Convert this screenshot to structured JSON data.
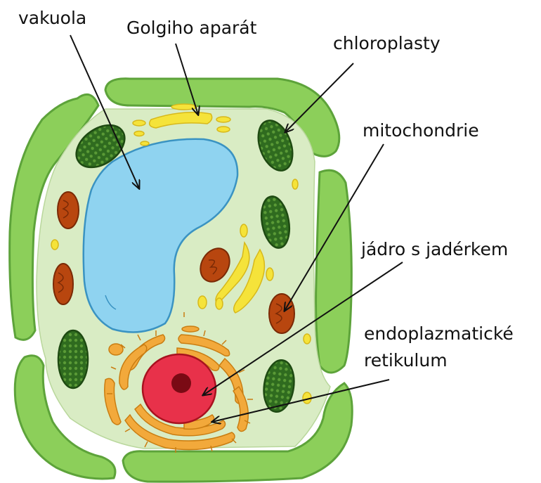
{
  "labels": {
    "vacuole": "vakuola",
    "golgi": "Golgiho aparát",
    "chloroplasts": "chloroplasty",
    "mitochondria": "mitochondrie",
    "nucleus": "jádro s jadérkem",
    "er_line1": "endoplazmatické",
    "er_line2": "retikulum"
  },
  "colors": {
    "cell_wall": "#8ccf5a",
    "cytoplasm": "#d9ecc4",
    "vacuole": "#8fd3f0",
    "chloroplast": "#2f6b1f",
    "mitochondrion": "#b8460f",
    "golgi": "#f5e33a",
    "er": "#f2a93b",
    "nucleus": "#e8314a",
    "nucleolus": "#7a0a14"
  }
}
